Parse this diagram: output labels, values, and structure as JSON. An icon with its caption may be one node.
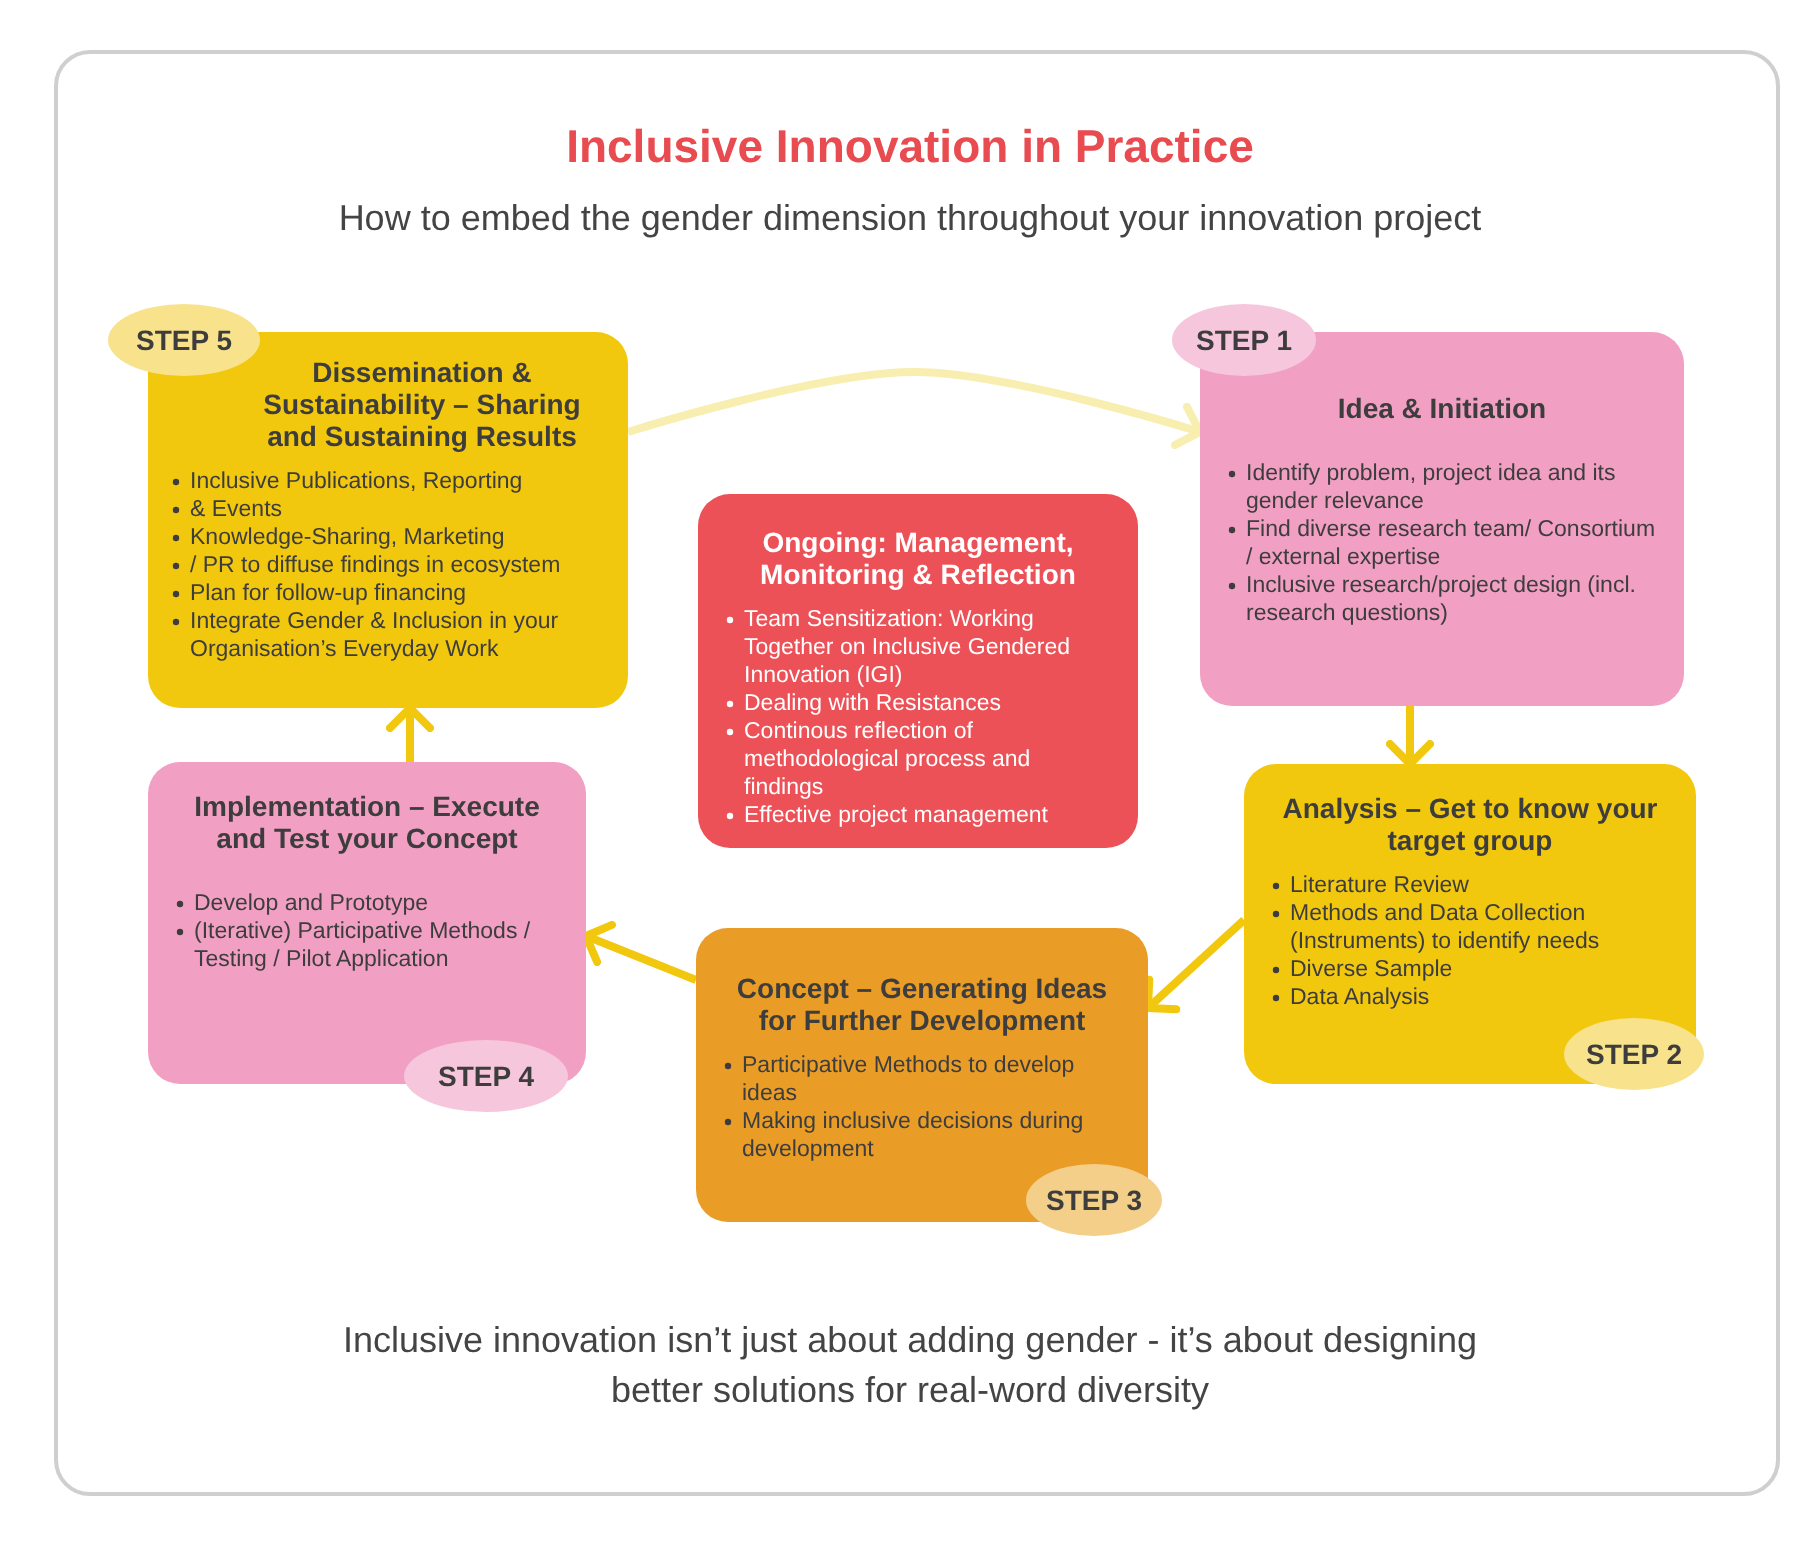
{
  "diagram": {
    "title": "Inclusive Innovation in Practice",
    "nodes": [
      {
        "text": [
          "STEP 5",
          "Dissemination & Sustainability – Sharing and Sustaining Results",
          "Inclusive Publications, Reporting",
          "& Events",
          "Knowledge-Sharing, Marketing",
          "/ PR to diffuse findings in ecosystem",
          "Plan for follow-up financing",
          "Integrate Gender & Inclusion in your Organisation’s Everyday Work"
        ]
      },
      {
        "text": [
          "STEP 1",
          "Idea & Initiation",
          "Identify problem, project idea and its gender relevance",
          "Find diverse research team/ Consortium / external expertise",
          "Inclusive research/project design (incl. research questions)"
        ]
      },
      {
        "text": [
          "Ongoing: Management, Monitoring & Reflection",
          "Team Sensitization: Working Together on Inclusive Gendered Innovation (IGI)",
          "Dealing with Resistances",
          "Continous reflection of methodological process and findings",
          "Effective project management"
        ]
      },
      {
        "text": [
          "Implementation – Execute and Test your Concept",
          "Develop and Prototype",
          "(Iterative) Participative Methods / Testing / Pilot Application",
          "STEP 4"
        ]
      },
      {
        "text": [
          "Analysis – Get to know your target group",
          "Literature Review",
          "Methods and Data Collection (Instruments) to identify needs",
          "Diverse Sample",
          "Data Analysis",
          "STEP 2"
        ]
      },
      {
        "text": [
          "Concept – Generating Ideas for Further Development",
          "Participative Methods to develop ideas",
          "Making inclusive decisions during development",
          "STEP 3"
        ]
      }
    ],
    "edges": [
      {
        "from": 0,
        "to": 1,
        "arrow": "to",
        "color": "#f8eeb0"
      },
      {
        "from": 1,
        "to": 4,
        "arrow": "to"
      },
      {
        "from": 4,
        "to": 5,
        "arrow": "to"
      },
      {
        "from": 5,
        "to": 3,
        "arrow": "to"
      },
      {
        "from": 3,
        "to": 0,
        "arrow": "to"
      }
    ],
    "labels": [
      "How to embed the gender dimension throughout your innovation project",
      "Inclusive innovation isn’t just about adding gender - it’s about designing better solutions for real-word diversity"
    ]
  }
}
